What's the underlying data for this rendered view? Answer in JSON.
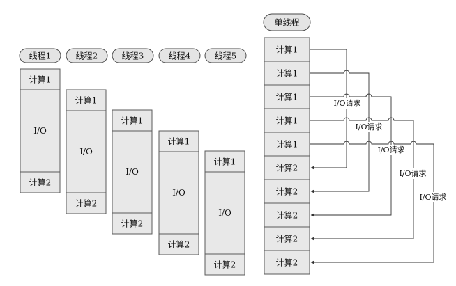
{
  "threads": [
    {
      "name": "线程1",
      "segments": [
        "计算1",
        "I/O",
        "计算2"
      ]
    },
    {
      "name": "线程2",
      "segments": [
        "计算1",
        "I/O",
        "计算2"
      ]
    },
    {
      "name": "线程3",
      "segments": [
        "计算1",
        "I/O",
        "计算2"
      ]
    },
    {
      "name": "线程4",
      "segments": [
        "计算1",
        "I/O",
        "计算2"
      ]
    },
    {
      "name": "线程5",
      "segments": [
        "计算1",
        "I/O",
        "计算2"
      ]
    }
  ],
  "single_thread": {
    "name": "单线程",
    "rows": [
      "计算1",
      "计算1",
      "计算1",
      "计算1",
      "计算1",
      "计算2",
      "计算2",
      "计算2",
      "计算2",
      "计算2"
    ]
  },
  "io_request_label": "I/O请求"
}
